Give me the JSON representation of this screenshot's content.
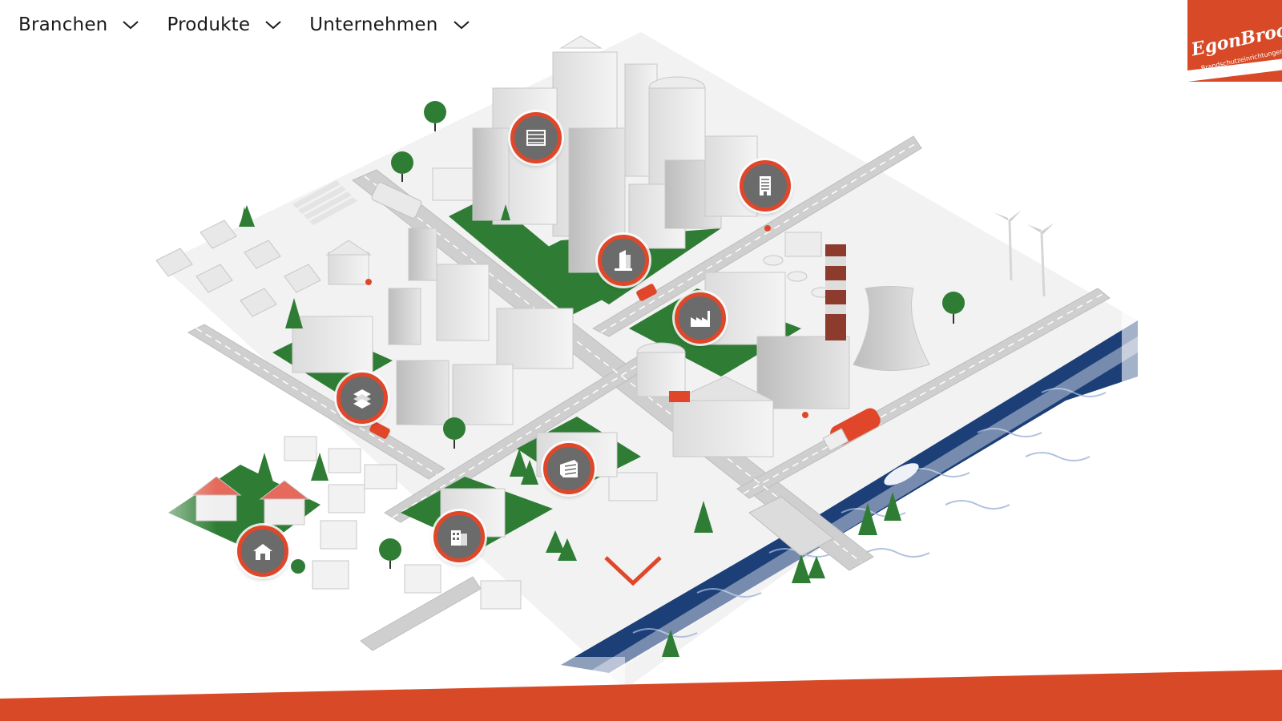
{
  "nav": {
    "items": [
      {
        "label": "Branchen"
      },
      {
        "label": "Produkte"
      },
      {
        "label": "Unternehmen"
      }
    ]
  },
  "logo": {
    "name": "EgonBrock",
    "tagline": "Brandschutzeinrichtungen"
  },
  "markers": [
    {
      "icon": "office-building-icon",
      "industry": "office"
    },
    {
      "icon": "hotel-icon",
      "industry": "hotel"
    },
    {
      "icon": "highrise-icon",
      "industry": "highrise"
    },
    {
      "icon": "factory-icon",
      "industry": "industry"
    },
    {
      "icon": "stacked-building-icon",
      "industry": "commercial"
    },
    {
      "icon": "warehouse-icon",
      "industry": "logistics"
    },
    {
      "icon": "apartment-icon",
      "industry": "residential-complex"
    },
    {
      "icon": "house-icon",
      "industry": "residential"
    }
  ],
  "colors": {
    "accent": "#e0472a",
    "band": "#d84a27",
    "grass": "#2f7d35",
    "road": "#cfcfcf",
    "water": "#1c3f78",
    "marker_fill": "#6b6b6b"
  }
}
